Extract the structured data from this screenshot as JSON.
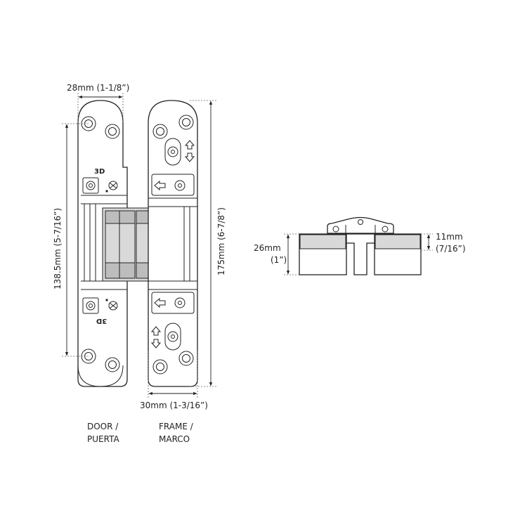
{
  "dimensions": {
    "top_width": "28mm (1-1/8”)",
    "bottom_width": "30mm (1-3/16”)",
    "left_height": "138.5mm (5-7/16”)",
    "right_height": "175mm (6-7/8”)",
    "side_height_line1": "26mm",
    "side_height_line2": "(1”)",
    "side_depth_line1": "11mm",
    "side_depth_line2": "(7/16”)"
  },
  "markings": {
    "adjust_3d_top": "3D",
    "adjust_3d_bottom": "3D"
  },
  "labels": {
    "door_line1": "DOOR /",
    "door_line2": "PUERTA",
    "frame_line1": "FRAME /",
    "frame_line2": "MARCO"
  },
  "colors": {
    "line": "#222222",
    "body_grey": "#d9d9d9"
  }
}
